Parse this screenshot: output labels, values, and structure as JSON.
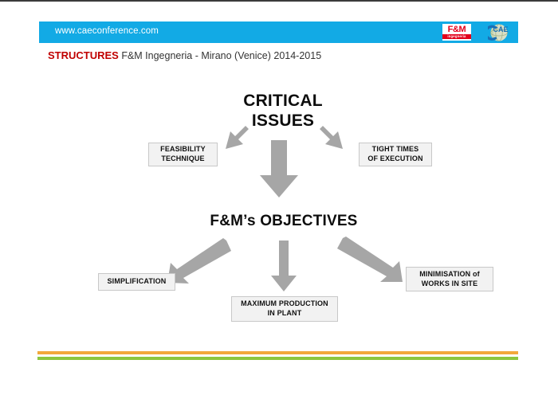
{
  "header": {
    "url": "www.caeconference.com",
    "bar_color": "#12AAE5",
    "logos": [
      {
        "name": "fm-ingegneria-logo",
        "main": "F&M",
        "sub": "ingegneria",
        "color": "#E2001A"
      },
      {
        "name": "cae-conference-logo",
        "text": "CAE"
      }
    ]
  },
  "subtitle": {
    "keyword": "STRUCTURES",
    "rest": " F&M Ingegneria - Mirano (Venice) 2014-2015",
    "keyword_color": "#C00000"
  },
  "diagram": {
    "type": "flowchart",
    "root": {
      "label": "CRITICAL\nISSUES",
      "line1": "CRITICAL",
      "line2": "ISSUES"
    },
    "root_children": [
      {
        "label": "FEASIBILITY\nTECHNIQUE",
        "line1": "FEASIBILITY",
        "line2": "TECHNIQUE"
      },
      {
        "label": "TIGHT TIMES\nOF EXECUTION",
        "line1": "TIGHT TIMES",
        "line2": "OF EXECUTION"
      }
    ],
    "middle": {
      "label": "F&M’s OBJECTIVES"
    },
    "middle_children": [
      {
        "label": "SIMPLIFICATION",
        "line1": "SIMPLIFICATION",
        "line2": ""
      },
      {
        "label": "MAXIMUM PRODUCTION\nIN PLANT",
        "line1": "MAXIMUM PRODUCTION",
        "line2": "IN PLANT"
      },
      {
        "label": "MINIMISATION of\nWORKS IN SITE",
        "line1": "MINIMISATION of",
        "line2": "WORKS IN SITE"
      }
    ],
    "arrow_color": "#A6A6A6",
    "box_fill": "#F2F2F2",
    "box_border": "#C8C8C8"
  },
  "footer": {
    "rules": [
      {
        "name": "orange-rule",
        "color": "#F2A83B"
      },
      {
        "name": "green-rule",
        "color": "#8DC63F"
      }
    ]
  }
}
